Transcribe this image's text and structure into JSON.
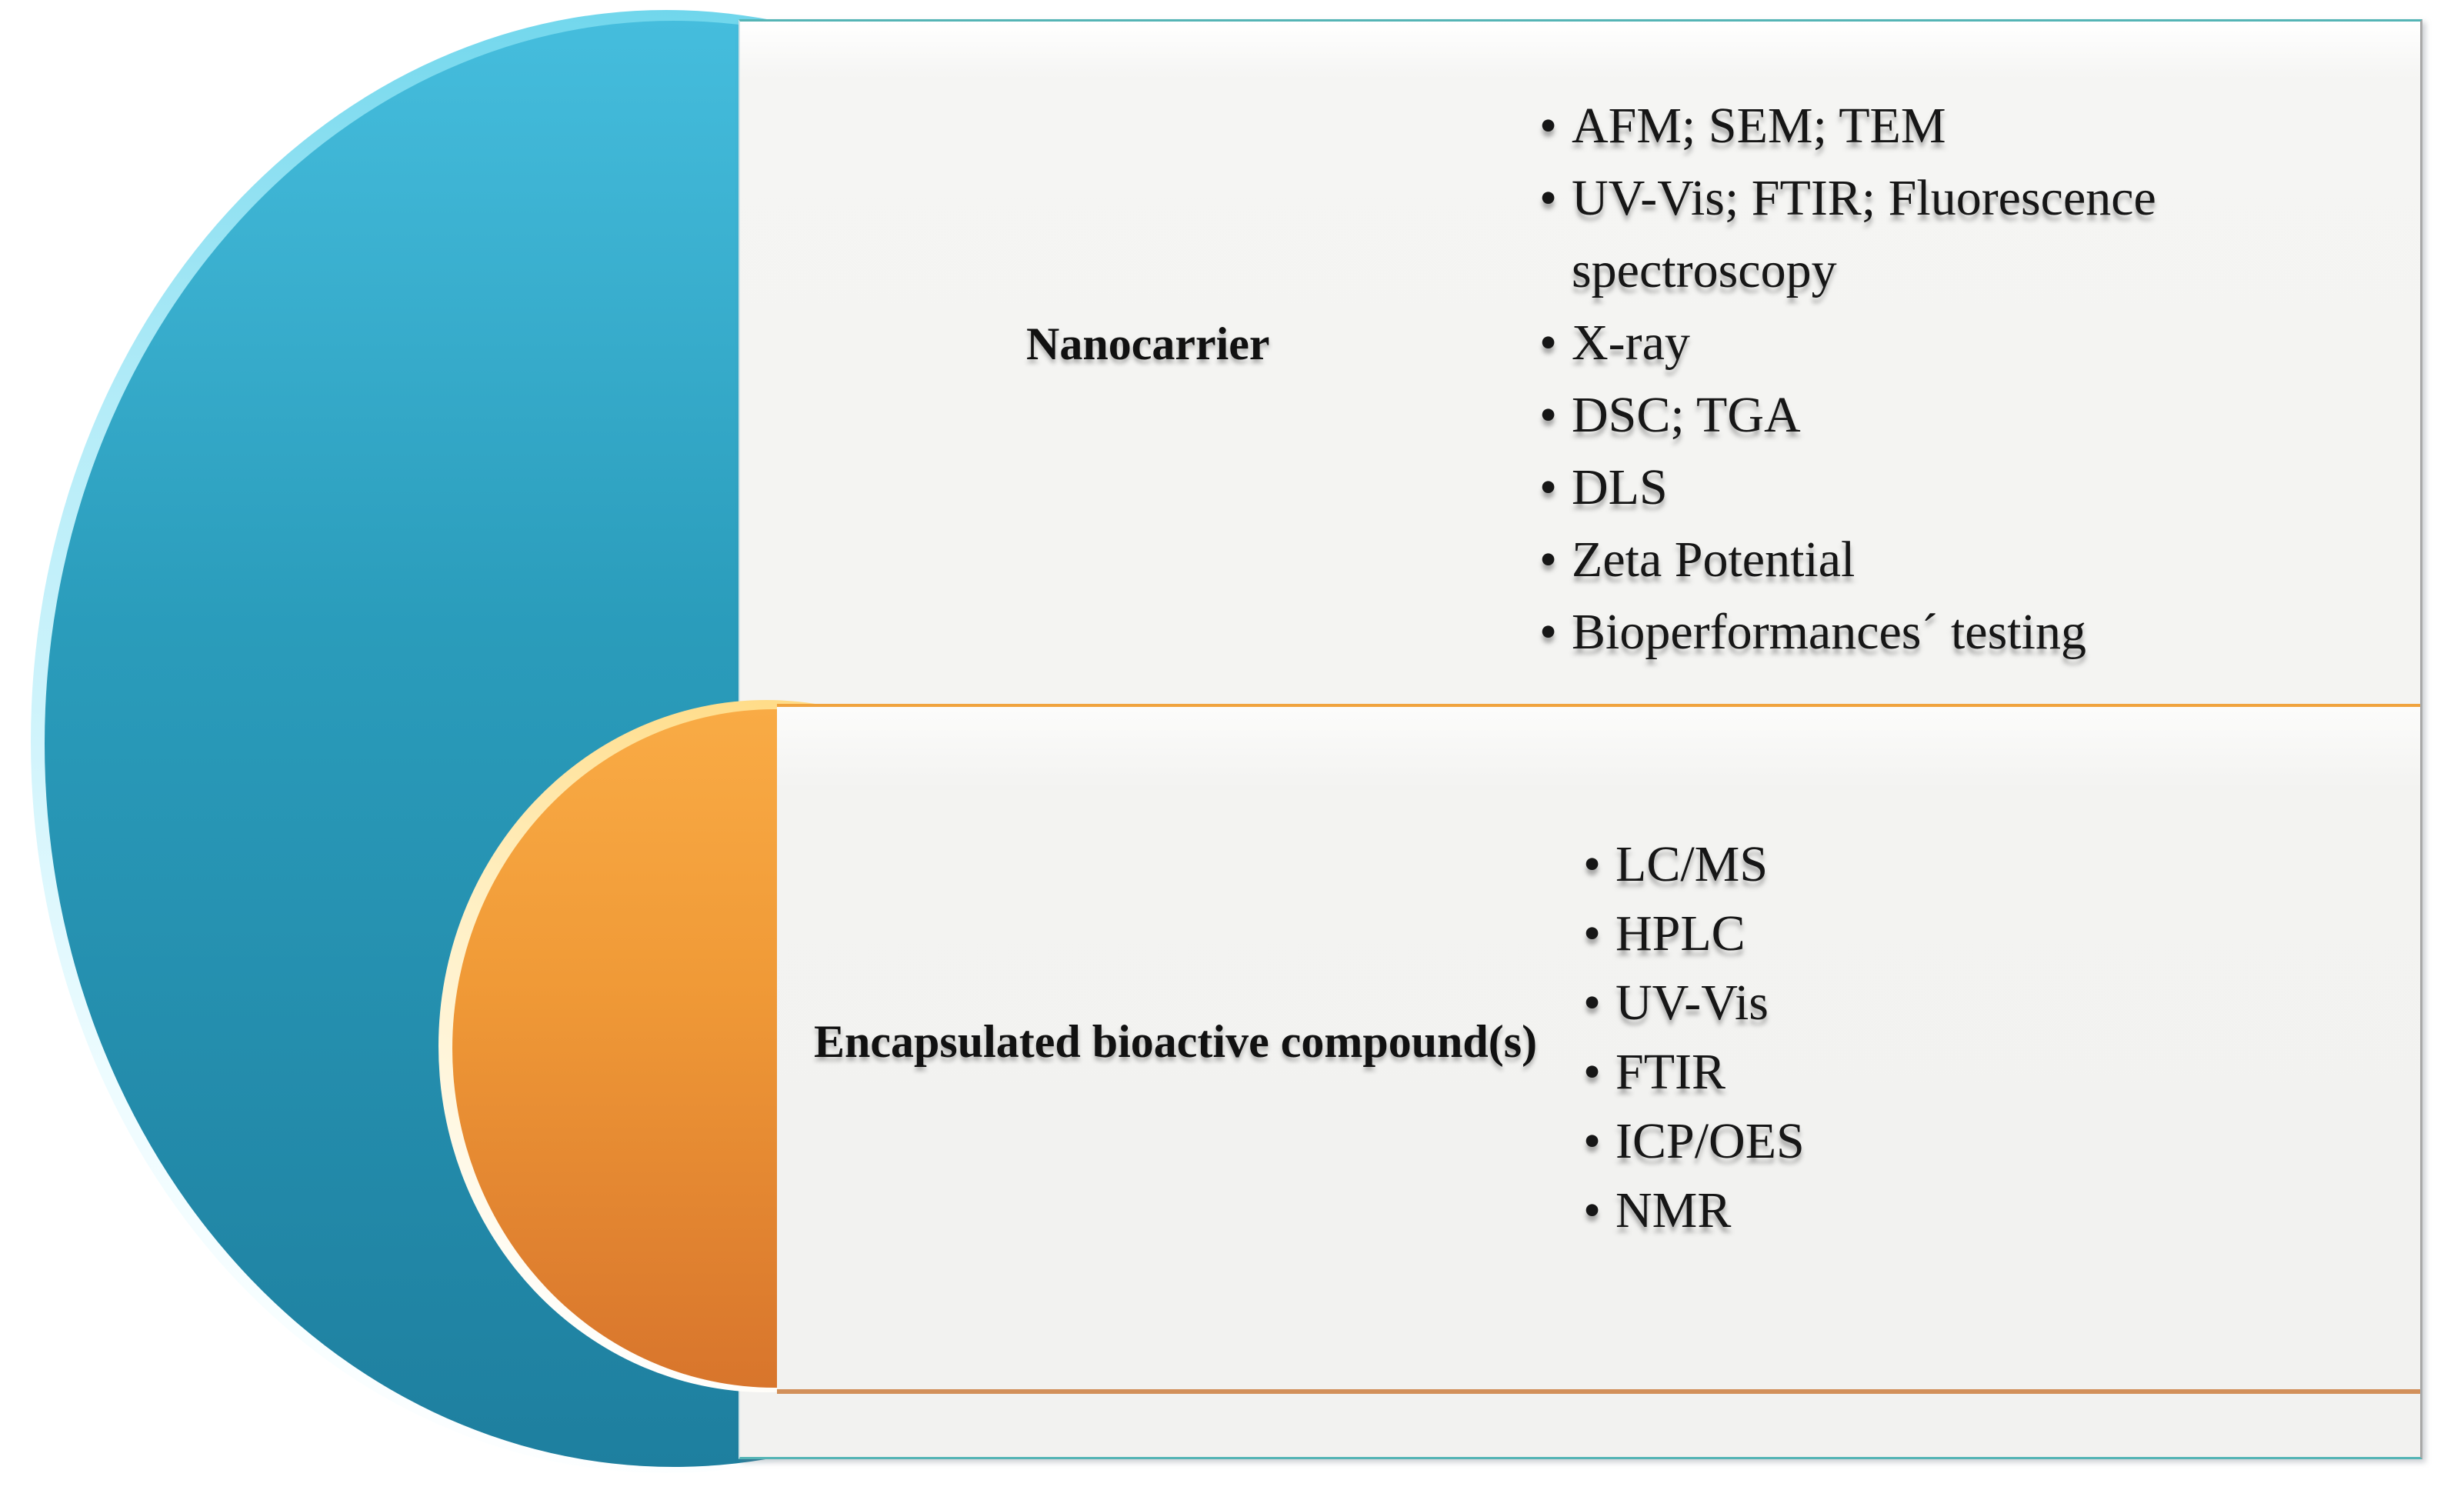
{
  "figure": {
    "sections": [
      {
        "label": "Nanocarrier",
        "items": [
          "AFM; SEM; TEM",
          "UV-Vis; FTIR; Fluorescence spectroscopy",
          "X-ray",
          "DSC; TGA",
          "DLS",
          "Zeta Potential",
          "Bioperformances´ testing"
        ]
      },
      {
        "label": "Encapsulated bioactive compound(s)",
        "items": [
          "LC/MS",
          "HPLC",
          "UV-Vis",
          "FTIR",
          "ICP/OES",
          "NMR"
        ]
      }
    ],
    "colors": {
      "blue_circle": "#2a9cbb",
      "orange_circle": "#f09a37",
      "top_divider": "#f0a33e",
      "bottom_divider": "#d2905a",
      "frame_teal": "#54b4b5",
      "frame_gray": "#a9a9a9"
    }
  }
}
